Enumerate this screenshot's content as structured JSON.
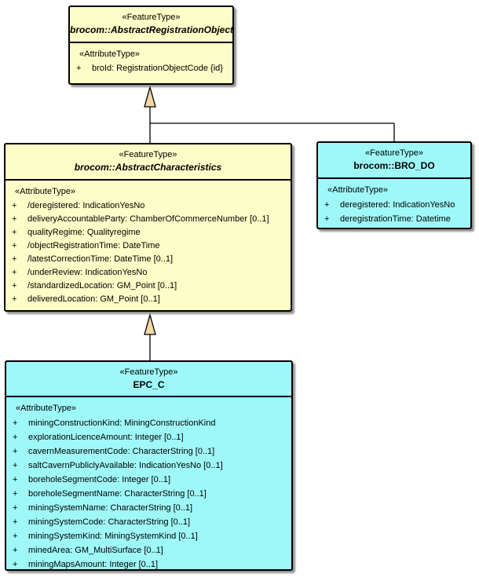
{
  "diagram": {
    "colors": {
      "yellow": "#FDFDC8",
      "cyan": "#9FF8F8",
      "arrow_fill": "#F2D7A7",
      "line": "#000000"
    },
    "classes": [
      {
        "stereotype": "«FeatureType»",
        "name": "brocom::AbstractRegistrationObject",
        "attr_heading": "«AttributeType»",
        "attributes": [
          {
            "vis": "+",
            "text": "broId: RegistrationObjectCode {id}"
          }
        ]
      },
      {
        "stereotype": "«FeatureType»",
        "name": "brocom::AbstractCharacteristics",
        "attr_heading": "«AttributeType»",
        "attributes": [
          {
            "vis": "+",
            "text": "/deregistered: IndicationYesNo"
          },
          {
            "vis": "+",
            "text": "deliveryAccountableParty: ChamberOfCommerceNumber [0..1]"
          },
          {
            "vis": "+",
            "text": "qualityRegime: Qualityregime"
          },
          {
            "vis": "+",
            "text": "/objectRegistrationTime: DateTime"
          },
          {
            "vis": "+",
            "text": "/latestCorrectionTime: DateTime [0..1]"
          },
          {
            "vis": "+",
            "text": "/underReview: IndicationYesNo"
          },
          {
            "vis": "+",
            "text": "/standardizedLocation: GM_Point [0..1]"
          },
          {
            "vis": "+",
            "text": "deliveredLocation: GM_Point [0..1]"
          }
        ]
      },
      {
        "stereotype": "«FeatureType»",
        "name": "brocom::BRO_DO",
        "attr_heading": "«AttributeType»",
        "attributes": [
          {
            "vis": "+",
            "text": "deregistered: IndicationYesNo"
          },
          {
            "vis": "+",
            "text": "deregistrationTime: Datetime"
          }
        ]
      },
      {
        "stereotype": "«FeatureType»",
        "name": "EPC_C",
        "attr_heading": "«AttributeType»",
        "attributes": [
          {
            "vis": "+",
            "text": "miningConstructionKind: MiningConstructionKind"
          },
          {
            "vis": "+",
            "text": "explorationLicenceAmount: Integer [0..1]"
          },
          {
            "vis": "+",
            "text": "cavernMeasurementCode: CharacterString [0..1]"
          },
          {
            "vis": "+",
            "text": "saltCavernPubliclyAvailable: IndicationYesNo [0..1]"
          },
          {
            "vis": "+",
            "text": "boreholeSegmentCode: Integer [0..1]"
          },
          {
            "vis": "+",
            "text": "boreholeSegmentName: CharacterString [0..1]"
          },
          {
            "vis": "+",
            "text": "miningSystemName: CharacterString [0..1]"
          },
          {
            "vis": "+",
            "text": "miningSystemCode: CharacterString [0..1]"
          },
          {
            "vis": "+",
            "text": "miningSystemKind: MiningSystemKind [0..1]"
          },
          {
            "vis": "+",
            "text": "minedArea: GM_MultiSurface [0..1]"
          },
          {
            "vis": "+",
            "text": "miningMapsAmount: Integer [0..1]"
          }
        ]
      }
    ]
  }
}
